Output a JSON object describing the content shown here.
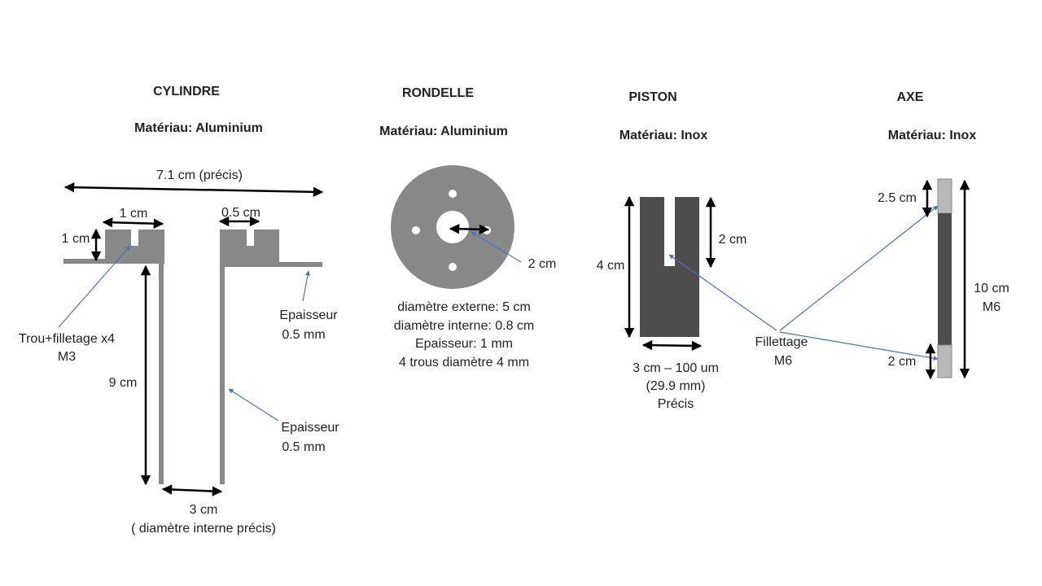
{
  "colors": {
    "part_gray": "#888888",
    "piston_dark": "#4d4d4d",
    "axe_light": "#b8b8b8",
    "arrow_black": "#000000",
    "leader_blue": "#4472c4"
  },
  "cylindre": {
    "title": "CYLINDRE",
    "material": "Matériau: Aluminium",
    "dim_length": "7.1 cm (précis)",
    "dim_ear_width": "1 cm",
    "dim_slot_width": "0.5 cm",
    "dim_ear_height": "1 cm",
    "thread_label_1": "Trou+filletage x4",
    "thread_label_2": "M3",
    "dim_height": "9 cm",
    "flange_thickness_1": "Epaisseur",
    "flange_thickness_2": "0.5 mm",
    "wall_thickness_1": "Epaisseur",
    "wall_thickness_2": "0.5 mm",
    "dim_inner": "3 cm",
    "dim_inner_note": "( diamètre interne précis)"
  },
  "rondelle": {
    "title": "RONDELLE",
    "material": "Matériau: Aluminium",
    "dim_center": "2 cm",
    "spec_1": "diamètre externe: 5 cm",
    "spec_2": "diamètre interne: 0.8 cm",
    "spec_3": "Epaisseur: 1 mm",
    "spec_4": "4 trous diamètre 4 mm"
  },
  "piston": {
    "title": "PISTON",
    "material": "Matériau: Inox",
    "dim_height": "4 cm",
    "dim_slot": "2 cm",
    "dim_width_1": "3 cm – 100 um",
    "dim_width_2": "(29.9 mm)",
    "dim_width_3": "Précis"
  },
  "axe": {
    "title": "AXE",
    "material": "Matériau: Inox",
    "dim_top": "2.5 cm",
    "dim_bottom": "2 cm",
    "dim_length_1": "10 cm",
    "dim_length_2": "M6"
  },
  "shared": {
    "thread_label_1": "Fillettage",
    "thread_label_2": "M6"
  }
}
